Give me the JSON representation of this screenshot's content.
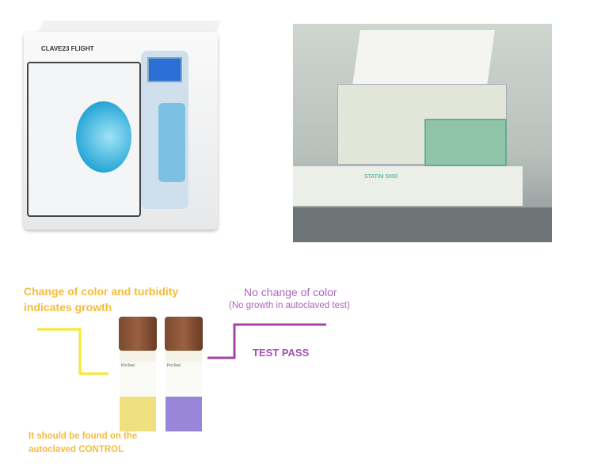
{
  "autoclave_brand": "CLAVE23 FLIGHT",
  "photo2_brand": "STATIM 5000",
  "annotations": {
    "growth_label": "Change of color and turbidity indicates growth",
    "control_note": "It should be found on the autoclaved CONTROL",
    "no_change_label": "No change of color",
    "no_growth_note": "(No growth in autoclaved test)",
    "result": "TEST PASS"
  },
  "vials": [
    {
      "role": "control",
      "label": "ProTest",
      "liquid_color": "#efe080"
    },
    {
      "role": "test",
      "label": "ProTest",
      "liquid_color": "#9a86d8"
    }
  ],
  "colors": {
    "control_line": "#f7e820",
    "test_line": "#a345a8",
    "orange_text": "#f7bb3a",
    "purple_text": "#b064bf"
  }
}
